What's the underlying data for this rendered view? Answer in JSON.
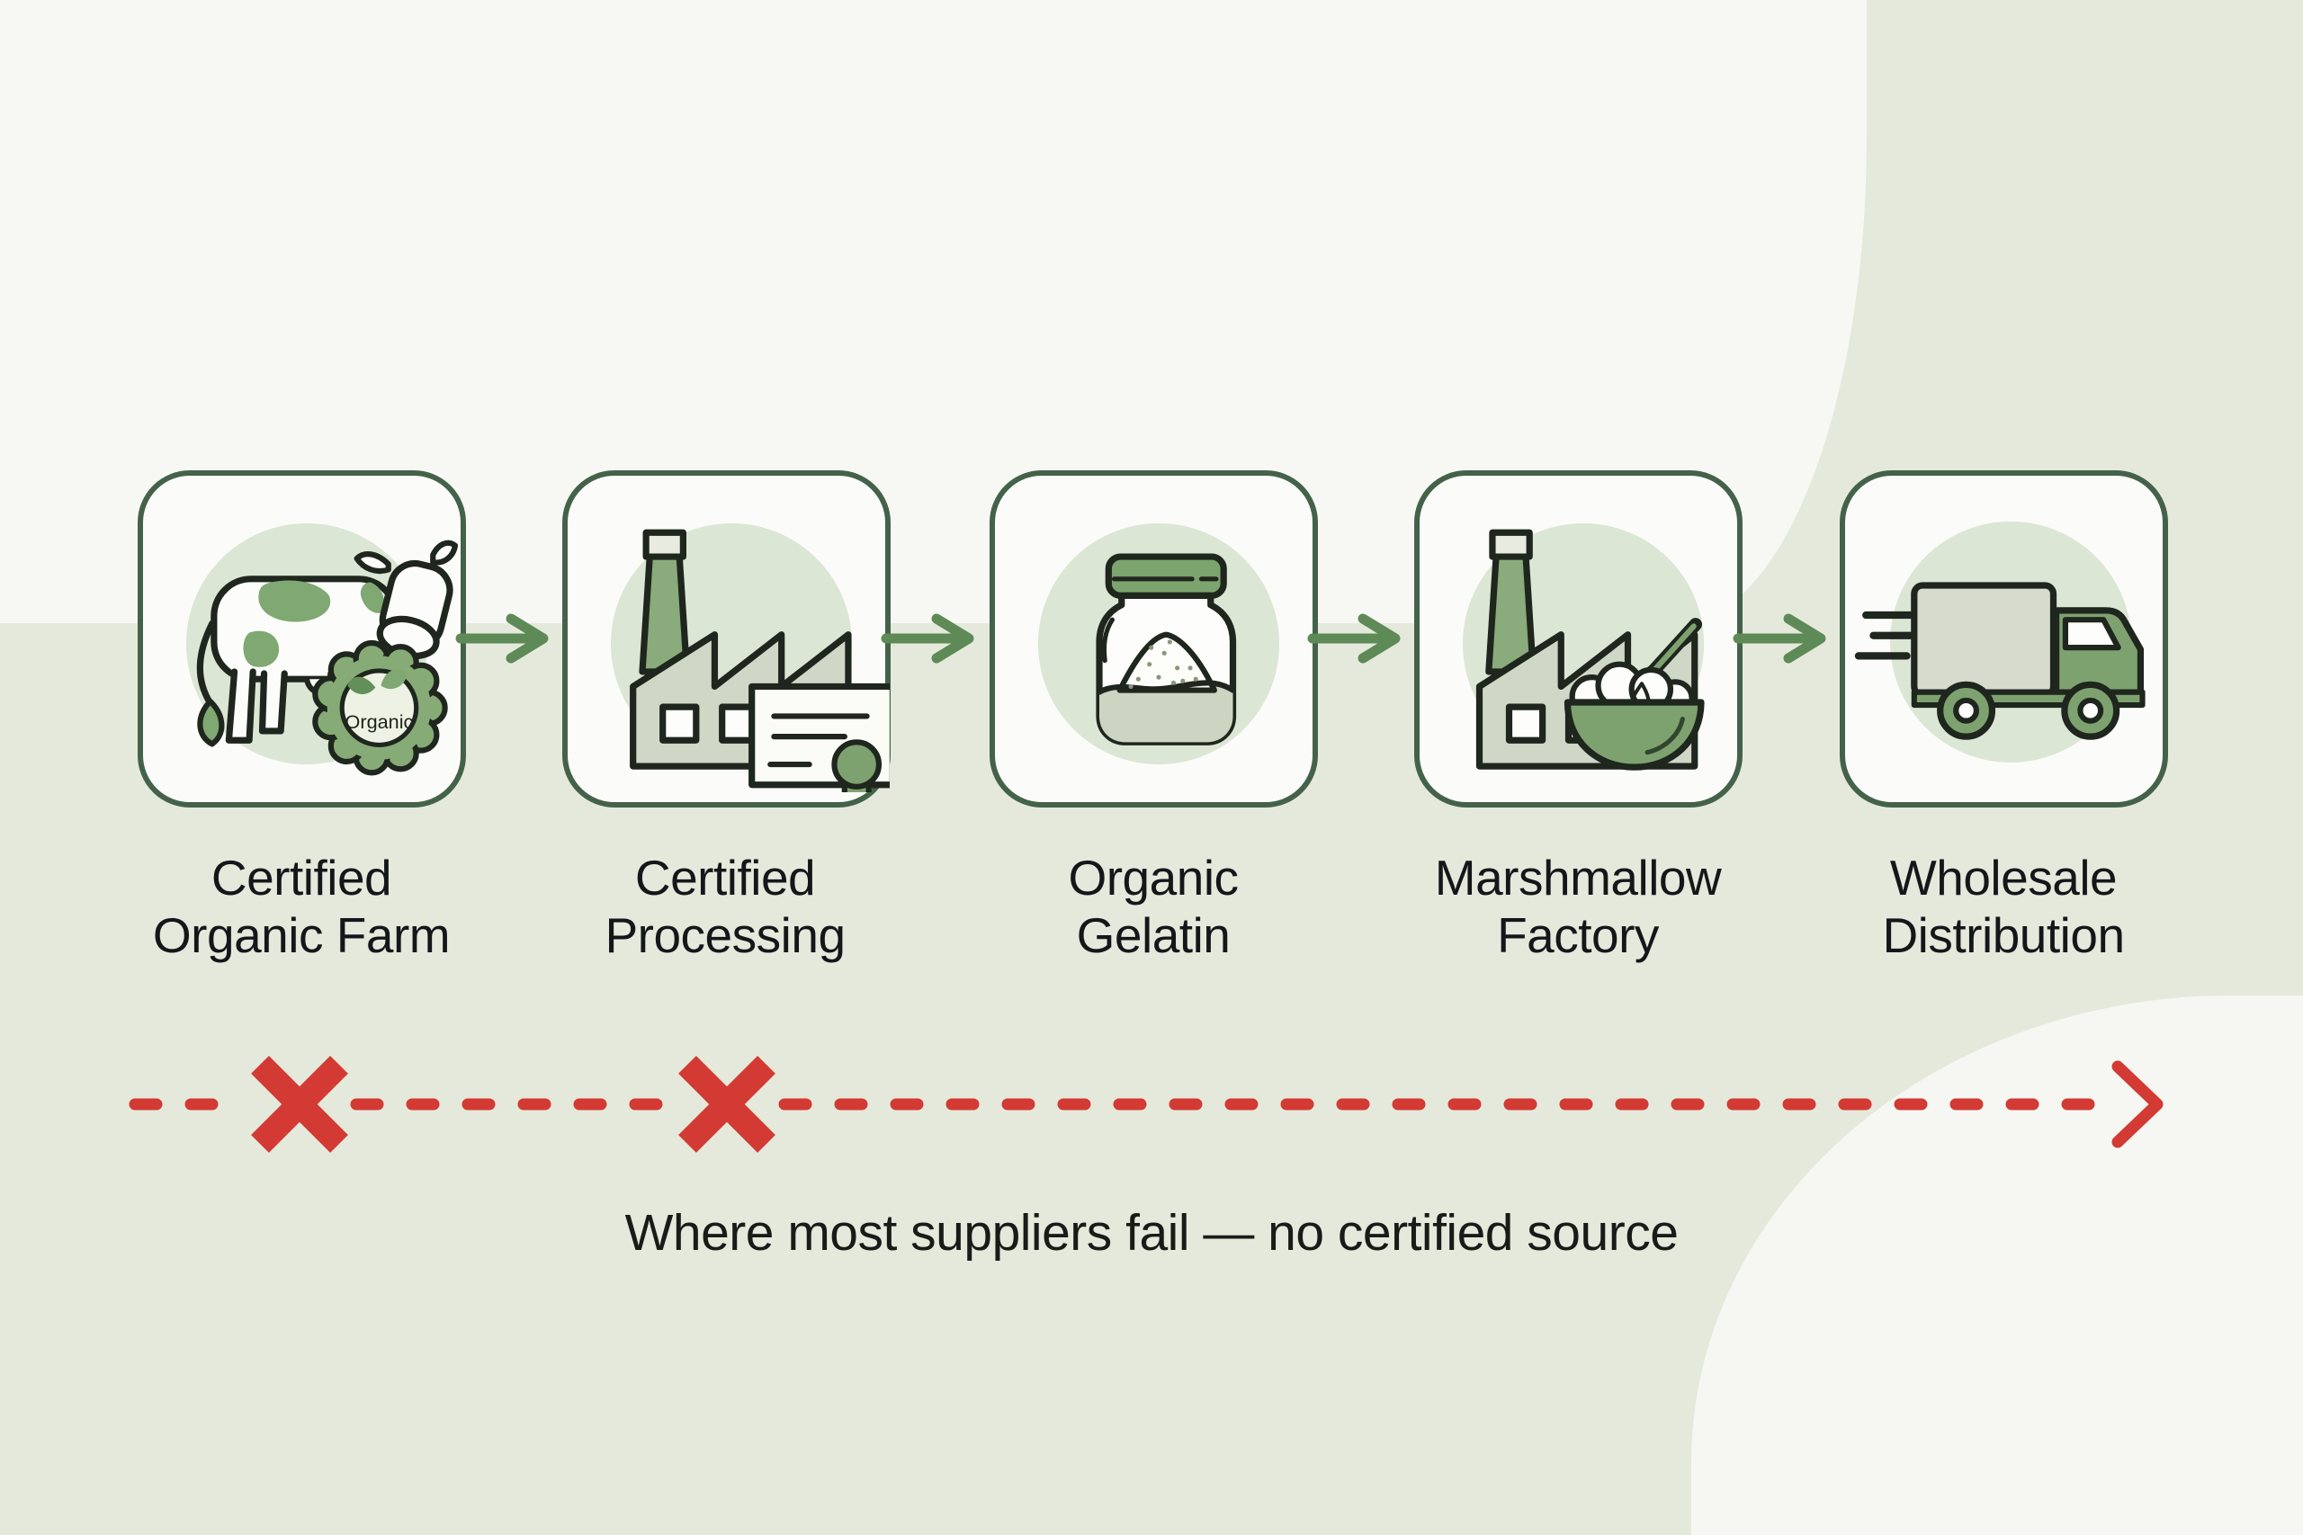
{
  "colors": {
    "background_sage": "#e5e9db",
    "background_white": "#f7f8f4",
    "box_border_green": "#44624a",
    "box_fill": "#fbfcf9",
    "icon_circle_green": "#dce6d4",
    "flow_arrow_green": "#5e8a57",
    "icon_green": "#7fa873",
    "icon_muted_green": "#cfd7c7",
    "icon_outline_dark": "#1f261e",
    "failure_red": "#d23a33",
    "text_dark": "#14171a"
  },
  "flow": {
    "stages": [
      {
        "name": "certified-organic-farm",
        "icon": "organic-cow-badge-icon",
        "label": "Certified\nOrganic Farm",
        "badge_text": "Organic"
      },
      {
        "name": "certified-processing",
        "icon": "processing-plant-certificate-icon",
        "label": "Certified\nProcessing"
      },
      {
        "name": "organic-gelatin",
        "icon": "gelatin-jar-icon",
        "label": "Organic\nGelatin"
      },
      {
        "name": "marshmallow-factory",
        "icon": "factory-mixing-bowl-icon",
        "label": "Marshmallow\nFactory"
      },
      {
        "name": "wholesale-distribution",
        "icon": "delivery-truck-icon",
        "label": "Wholesale\nDistribution"
      }
    ]
  },
  "failure": {
    "caption": "Where most suppliers fail — no certified source",
    "x_mark_count": 2
  }
}
